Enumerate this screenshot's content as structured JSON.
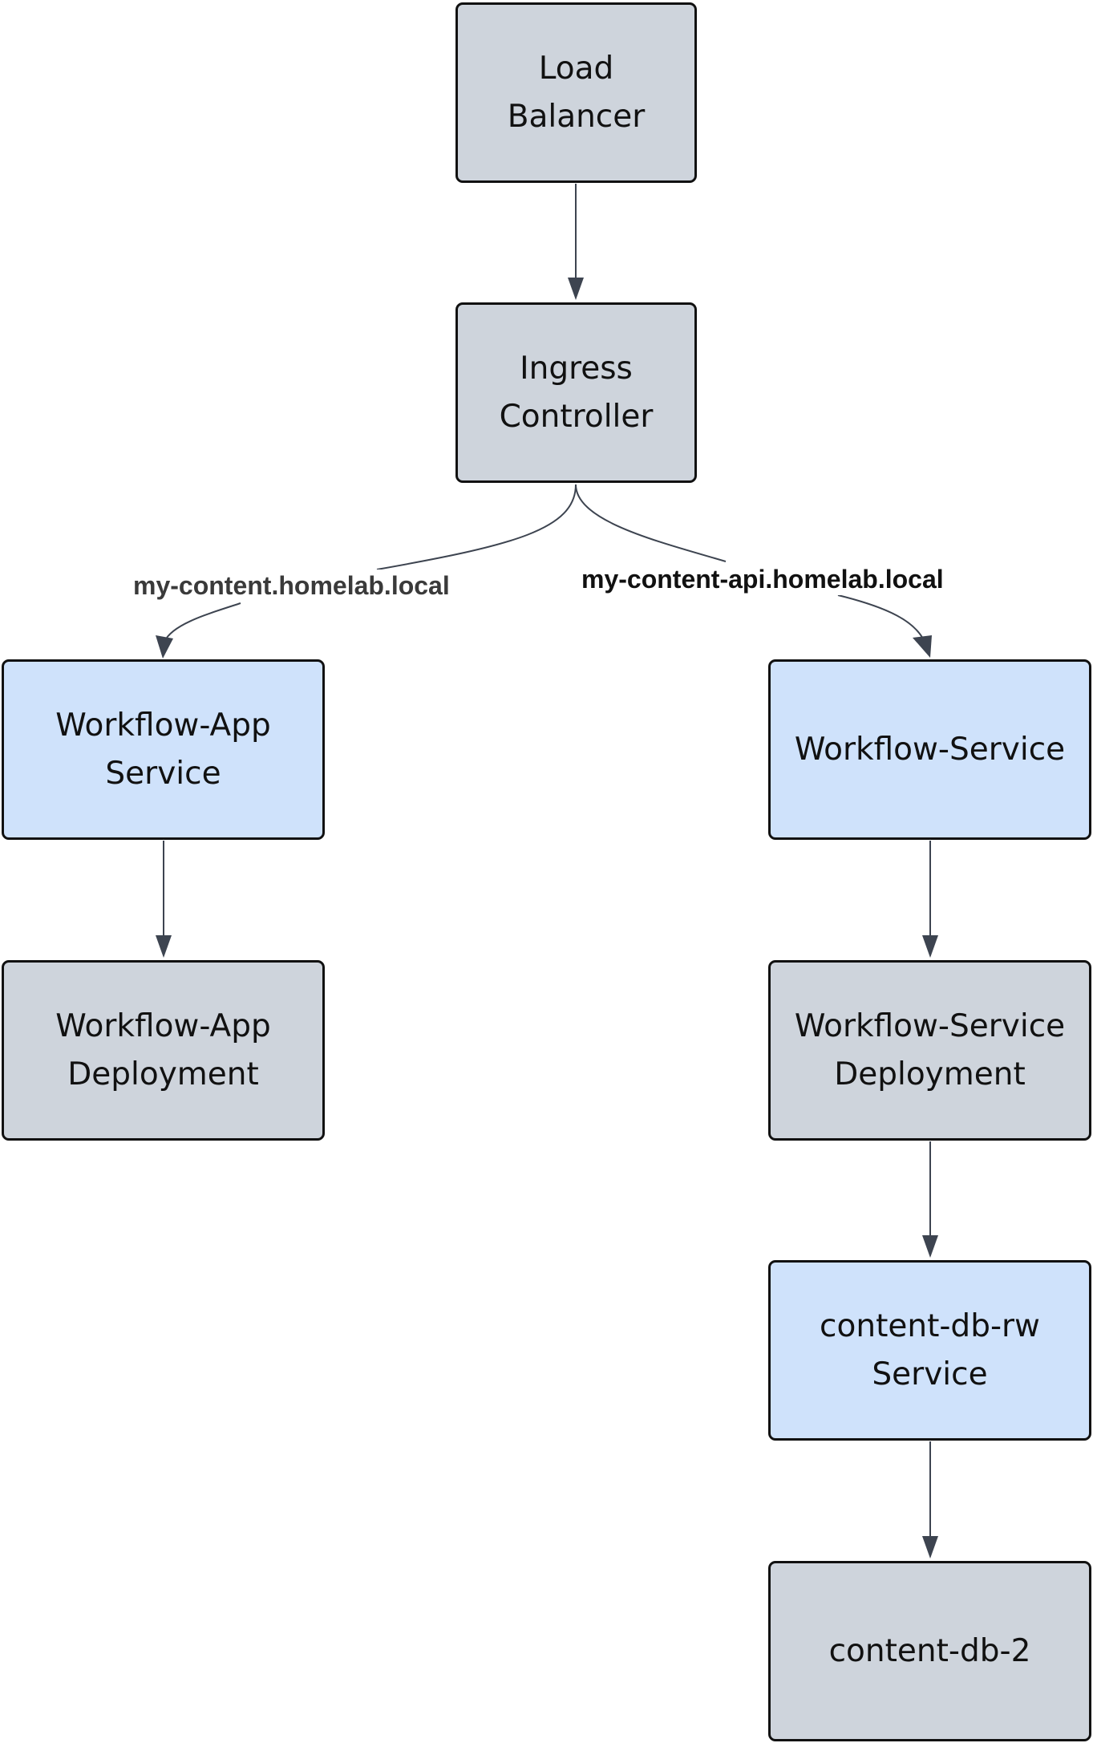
{
  "nodes": {
    "load_balancer": {
      "lines": [
        "Load",
        "Balancer"
      ]
    },
    "ingress_controller": {
      "lines": [
        "Ingress",
        "Controller"
      ]
    },
    "workflow_app_service": {
      "lines": [
        "Workflow-App",
        "Service"
      ]
    },
    "workflow_service": {
      "lines": [
        "Workflow-Service"
      ]
    },
    "workflow_app_deployment": {
      "lines": [
        "Workflow-App",
        "Deployment"
      ]
    },
    "workflow_service_deployment": {
      "lines": [
        "Workflow-Service",
        "Deployment"
      ]
    },
    "content_db_rw_service": {
      "lines": [
        "content-db-rw",
        "Service"
      ]
    },
    "content_db_2": {
      "lines": [
        "content-db-2"
      ]
    }
  },
  "edge_labels": {
    "to_workflow_app": "my-content.homelab.local",
    "to_workflow_service": "my-content-api.homelab.local"
  },
  "colors": {
    "gray_node": "#ced4dc",
    "blue_node": "#cfe2fb",
    "border": "#111111",
    "edge": "#3d4450"
  }
}
